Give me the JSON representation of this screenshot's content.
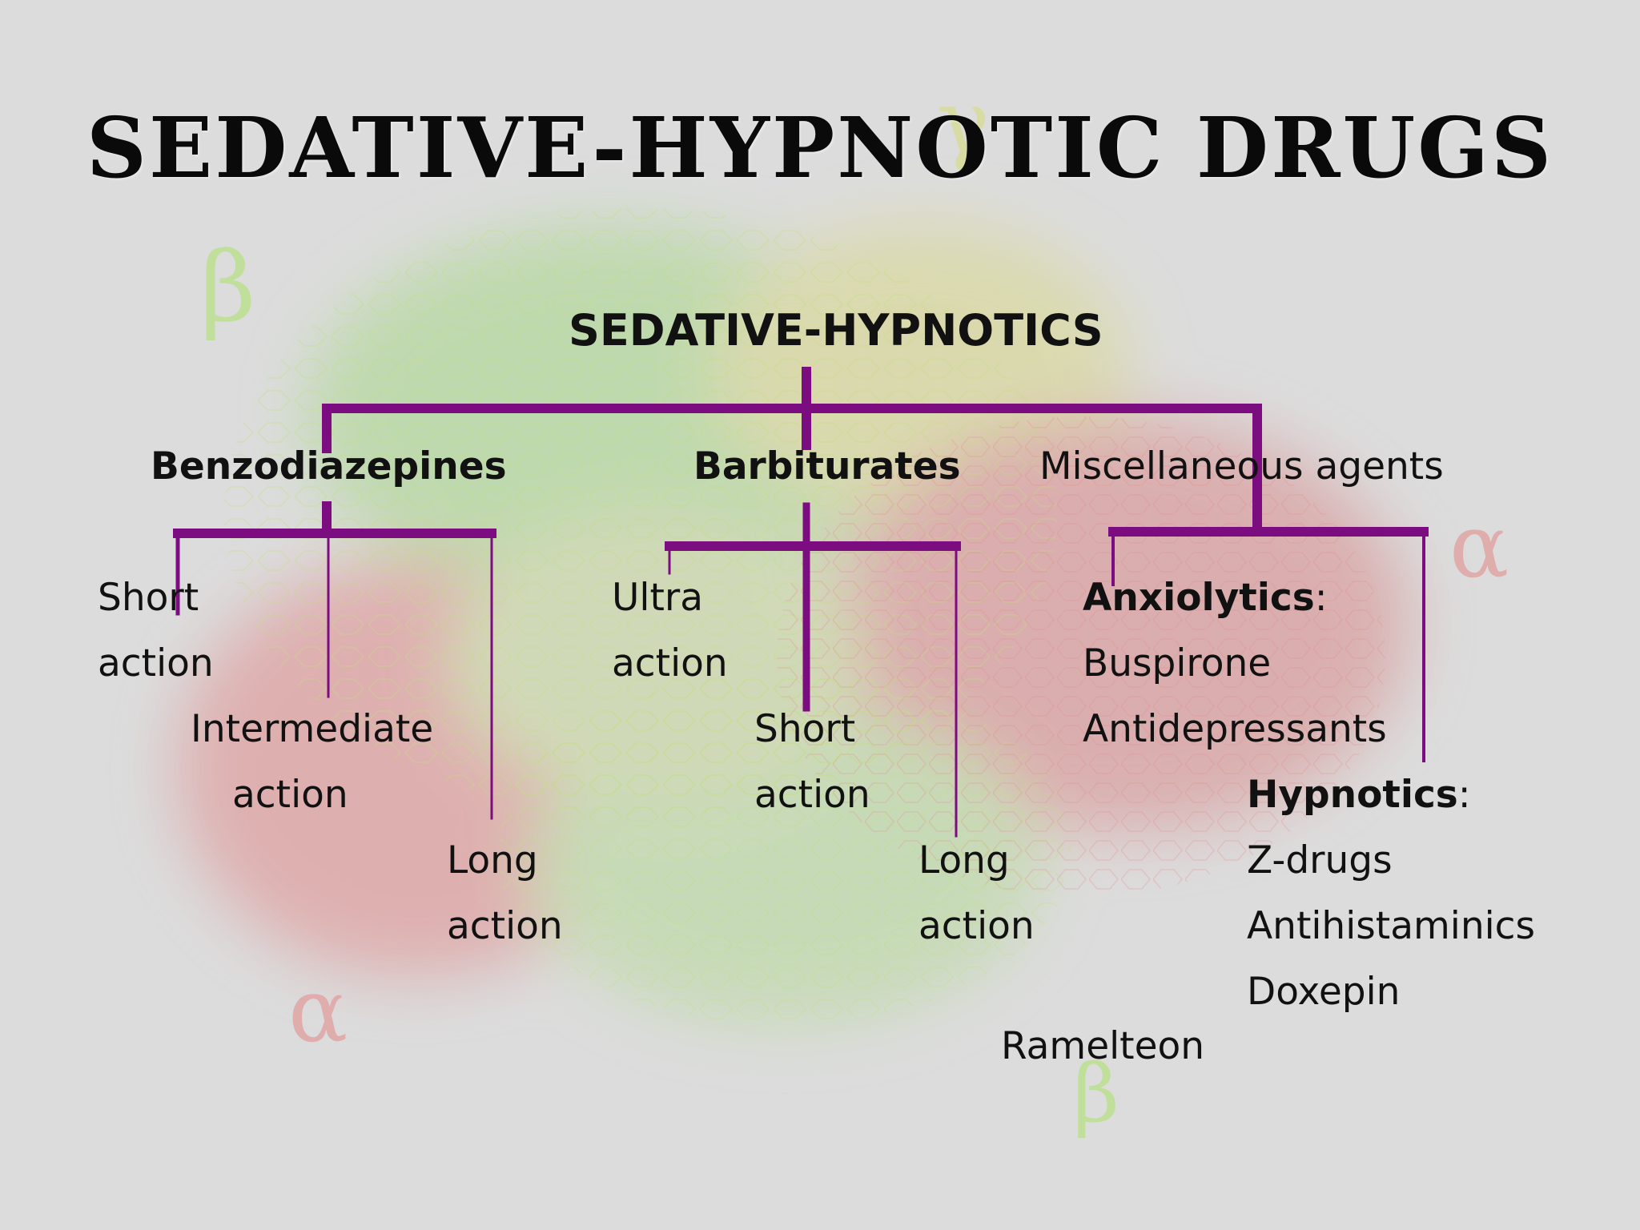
{
  "title": "SEDATIVE-HYPNOTIC DRUGS",
  "root": "SEDATIVE-HYPNOTICS",
  "categories": {
    "benzodiazepines": "Benzodiazepines",
    "barbiturates": "Barbiturates",
    "misc": "Miscellaneous agents"
  },
  "benzo_children": {
    "short": [
      "Short",
      "action"
    ],
    "intermediate": [
      "Intermediate",
      "action"
    ],
    "long": [
      "Long",
      "action"
    ]
  },
  "barb_children": {
    "ultra": [
      "Ultra",
      "action"
    ],
    "short": [
      "Short",
      "action"
    ],
    "long": [
      "Long",
      "action"
    ]
  },
  "misc_children": {
    "anxiolytics": {
      "heading": "Anxiolytics",
      "colon": ":",
      "items": [
        "Buspirone",
        "Antidepressants"
      ]
    },
    "hypnotics": {
      "heading": "Hypnotics",
      "colon": ":",
      "items": [
        "Z-drugs",
        "Antihistaminics",
        "Doxepin"
      ]
    },
    "ramelteon": "Ramelteon"
  },
  "background_glyphs": [
    "β",
    "γ",
    "α",
    "α",
    "β"
  ],
  "colors": {
    "connector": "#7b0d80",
    "text": "#111111"
  }
}
